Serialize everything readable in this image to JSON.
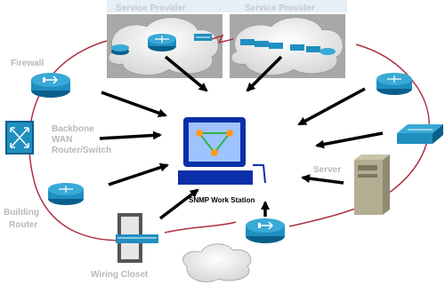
{
  "labels": {
    "service_provider_1": "Service Provider",
    "service_provider_2": "Service Provider",
    "firewall": "Firewall",
    "backbone_line1": "Backbone",
    "backbone_line2": "WAN",
    "backbone_line3": "Router/Switch",
    "building_line1": "Building",
    "building_line2": "Router",
    "wiring_closet": "Wiring Closet",
    "server": "Server",
    "snmp_station": "SNMP Work Station"
  },
  "colors": {
    "ring": "#b03040",
    "device_blue": "#1f8fc0",
    "device_dark": "#0a5f8a",
    "cloud_fill": "#eeeeee",
    "provider_box": "#a0a0a0",
    "monitor_frame": "#0b2fa8",
    "arrow": "#000000"
  }
}
